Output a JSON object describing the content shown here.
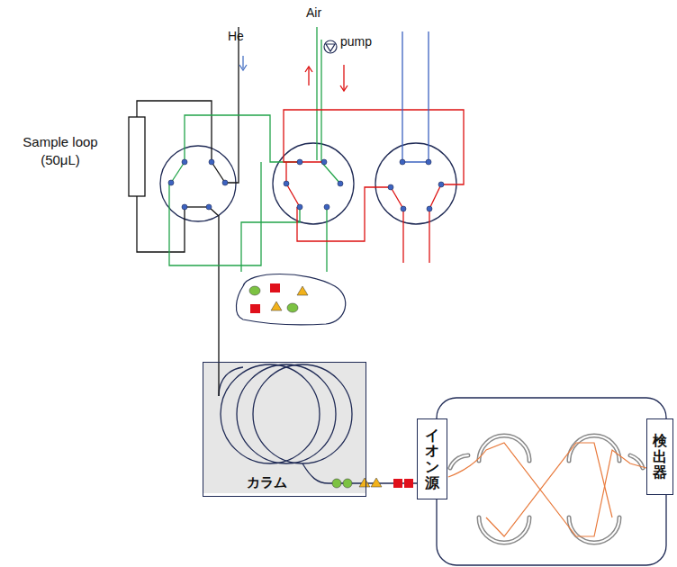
{
  "diagram": {
    "nodes": [
      {
        "text": [
          "Sample loop (50μL)"
        ]
      },
      {
        "text": [
          "カラム"
        ]
      },
      {
        "text": [
          "イオン源"
        ]
      },
      {
        "text": [
          "検出器"
        ]
      }
    ],
    "edges": [
      {
        "from": 1,
        "to": 2,
        "arrow": "none"
      }
    ],
    "labels": [
      "He",
      "Air",
      "pump"
    ]
  }
}
